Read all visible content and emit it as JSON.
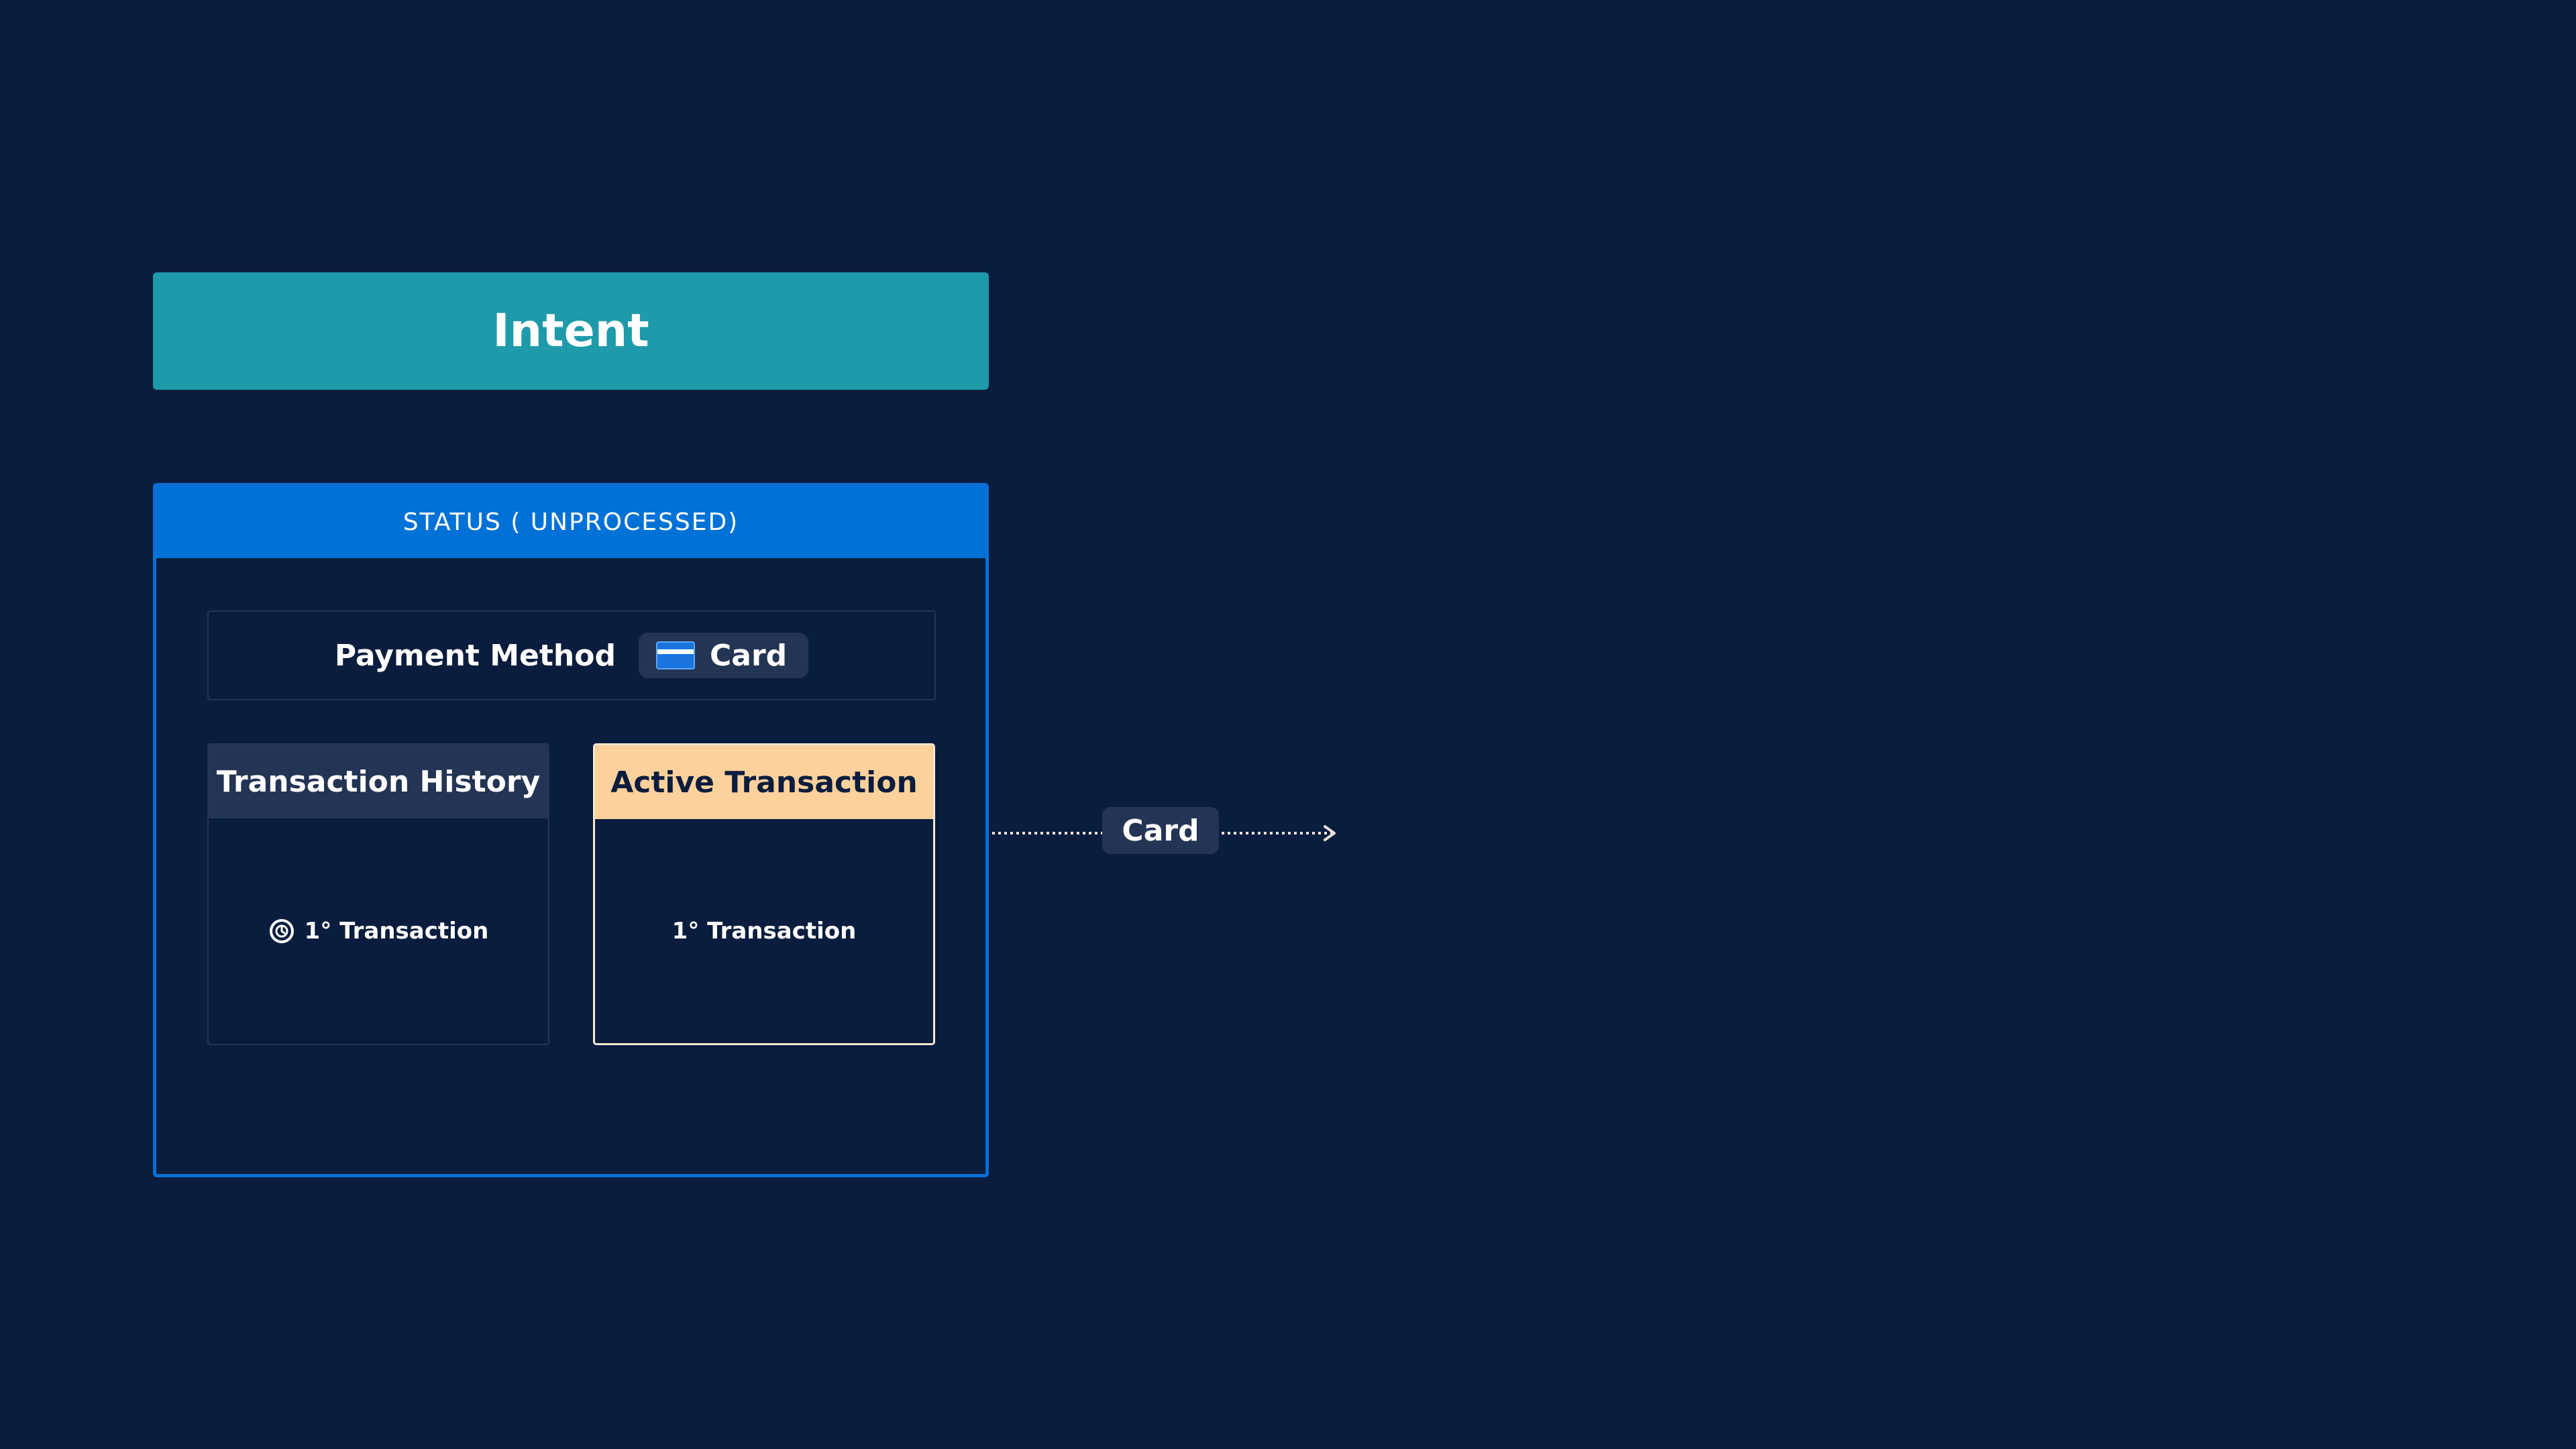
{
  "intent": {
    "title": "Intent"
  },
  "status": {
    "label": "STATUS ( UNPROCESSED)"
  },
  "payment": {
    "label": "Payment Method",
    "method": "Card",
    "icon": "credit-card-icon"
  },
  "transaction_history": {
    "title": "Transaction History",
    "item": "1° Transaction",
    "icon": "clock-icon"
  },
  "active_transaction": {
    "title": "Active Transaction",
    "item": "1° Transaction"
  },
  "edge": {
    "label": "Card"
  },
  "colors": {
    "background": "#0b1d3e",
    "intent": "#1e9aaa",
    "status": "#0071d6",
    "active_header": "#fdd19c",
    "pill": "#243454"
  }
}
